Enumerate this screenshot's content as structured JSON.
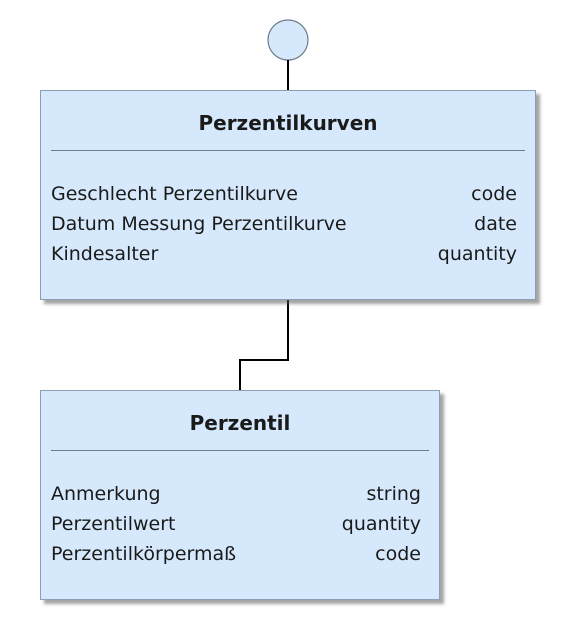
{
  "classes": [
    {
      "title": "Perzentilkurven",
      "attributes": [
        {
          "name": "Geschlecht Perzentilkurve",
          "type": "code"
        },
        {
          "name": "Datum Messung Perzentilkurve",
          "type": "date"
        },
        {
          "name": "Kindesalter",
          "type": "quantity"
        }
      ]
    },
    {
      "title": "Perzentil",
      "attributes": [
        {
          "name": "Anmerkung",
          "type": "string"
        },
        {
          "name": "Perzentilwert",
          "type": "quantity"
        },
        {
          "name": "Perzentilkörpermaß",
          "type": "code"
        }
      ]
    }
  ],
  "colors": {
    "box_fill": "#d6e9fc",
    "box_border": "#8a9fb3",
    "connector": "#000000"
  }
}
